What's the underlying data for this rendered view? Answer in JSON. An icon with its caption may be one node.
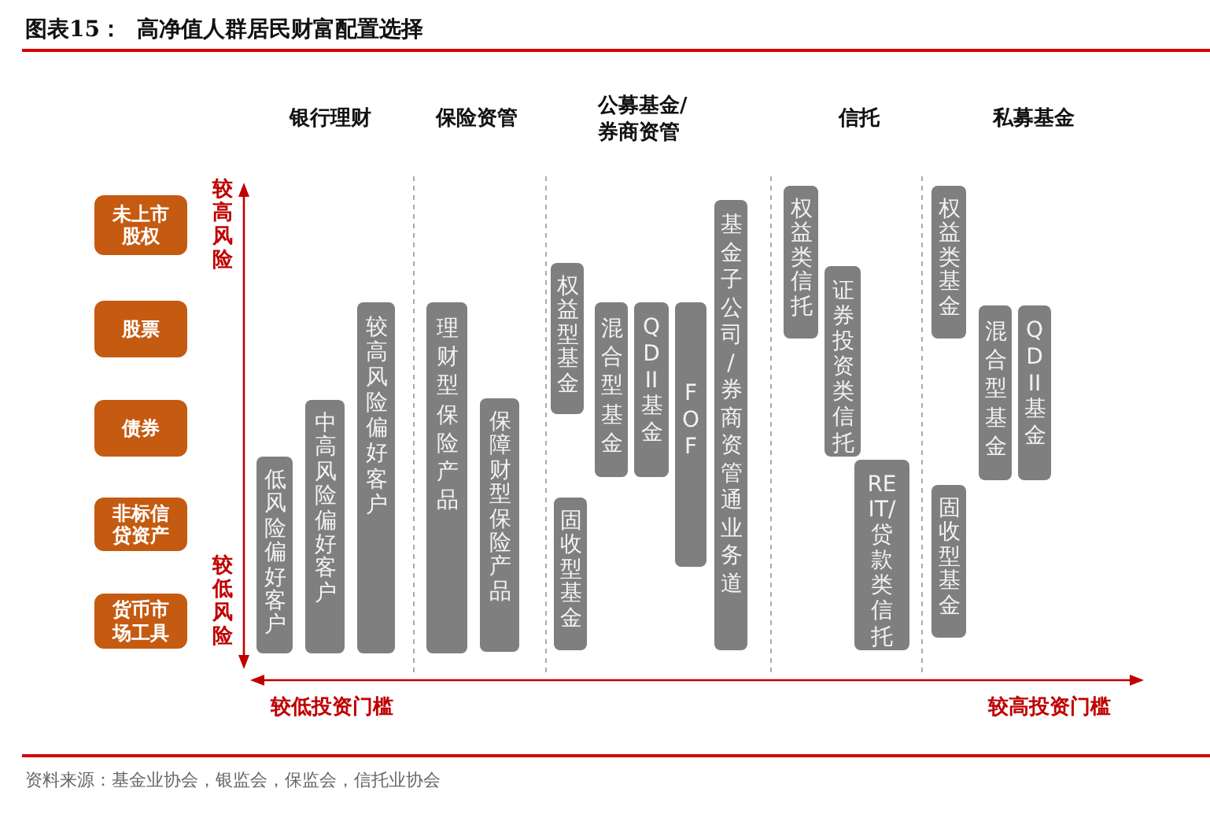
{
  "diagram": {
    "title": "图表15：  高净值人群居民财富配置选择",
    "caption": "资料来源：基金业协会，银监会，保监会，信托业协会",
    "nodes": [
      {
        "text": [
          "未上市股权"
        ]
      },
      {
        "text": [
          "股票"
        ]
      },
      {
        "text": [
          "债券"
        ]
      },
      {
        "text": [
          "非标信贷资产"
        ]
      },
      {
        "text": [
          "货币市场工具"
        ]
      },
      {
        "text": [
          "低风险偏好客户"
        ]
      },
      {
        "text": [
          "中高风险偏好客户"
        ]
      },
      {
        "text": [
          "较高风险偏好客户"
        ]
      },
      {
        "text": [
          "理财型保险产品"
        ]
      },
      {
        "text": [
          "保障财型保险产品"
        ]
      },
      {
        "text": [
          "权益型基金"
        ]
      },
      {
        "text": [
          "固收型基金"
        ]
      },
      {
        "text": [
          "混合型基金"
        ]
      },
      {
        "text": [
          "QDII基金"
        ]
      },
      {
        "text": [
          "FOF"
        ]
      },
      {
        "text": [
          "基金子公司/券商资管通业务道"
        ]
      },
      {
        "text": [
          "权益类信托"
        ]
      },
      {
        "text": [
          "证券投资类信托"
        ]
      },
      {
        "text": [
          "REIT/贷款类信托"
        ]
      },
      {
        "text": [
          "权益类基金"
        ]
      },
      {
        "text": [
          "混合型基金"
        ]
      },
      {
        "text": [
          "QDII基金"
        ]
      },
      {
        "text": [
          "固收型基金"
        ]
      }
    ],
    "labels": [
      "银行理财",
      "保险资管",
      "公募基金/券商资管",
      "信托",
      "私募基金",
      "较高风险",
      "较低风险",
      "较低投资门槛",
      "较高投资门槛"
    ]
  }
}
